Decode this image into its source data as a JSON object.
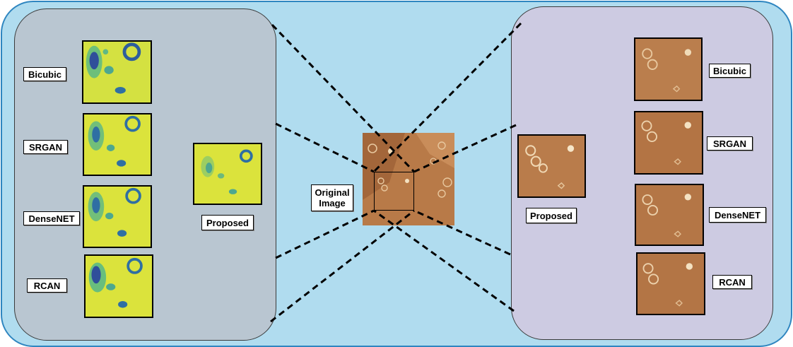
{
  "left_panel": {
    "labels": {
      "bicubic": "Bicubic",
      "srgan": "SRGAN",
      "densenet": "DenseNET",
      "rcan": "RCAN",
      "proposed": "Proposed"
    }
  },
  "center": {
    "label_line1": "Original",
    "label_line2": "Image"
  },
  "right_panel": {
    "labels": {
      "bicubic": "Bicubic",
      "srgan": "SRGAN",
      "densenet": "DenseNET",
      "rcan": "RCAN",
      "proposed": "Proposed"
    }
  },
  "colors": {
    "outer_bg": "#b0dcef",
    "left_panel_bg": "#b9c6d1",
    "right_panel_bg": "#cdcbe2",
    "heatmap_yellow": "#dde63a",
    "heatmap_blue": "#2f6fa3",
    "photo_brown": "#b77a47"
  }
}
